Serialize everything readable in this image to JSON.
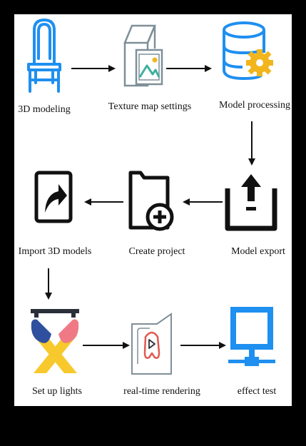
{
  "steps": [
    {
      "label": "3D modeling",
      "icon": "chair-icon"
    },
    {
      "label": "Texture map settings",
      "icon": "texture-map-icon"
    },
    {
      "label": "Model processing",
      "icon": "database-gear-icon"
    },
    {
      "label": "Model export",
      "icon": "export-tray-icon"
    },
    {
      "label": "Create project",
      "icon": "folder-add-icon"
    },
    {
      "label": "Import 3D models",
      "icon": "import-share-icon"
    },
    {
      "label": "Set up lights",
      "icon": "stage-lights-icon"
    },
    {
      "label": "real-time rendering",
      "icon": "render-window-icon"
    },
    {
      "label": "effect test",
      "icon": "monitor-network-icon"
    }
  ],
  "colors": {
    "accent_blue": "#1f8ff0",
    "gray_line": "#7f8f98",
    "teal": "#3fb0a0",
    "gold": "#f2b51c",
    "navy_light": "#2f4f9f",
    "pink_light": "#ef7a86",
    "yellow_cross": "#f7c92c",
    "render_red": "#e05a4f",
    "black": "#111111"
  }
}
